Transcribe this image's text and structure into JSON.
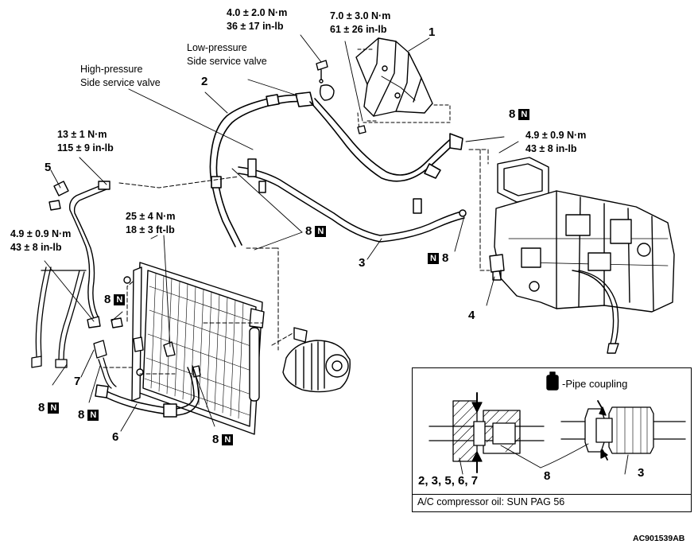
{
  "callouts": {
    "torque_top_bolt": [
      "4.0 ± 2.0 N·m",
      "36 ± 17 in-lb"
    ],
    "torque_top_right": [
      "7.0 ± 3.0 N·m",
      "61 ± 26 in-lb"
    ],
    "low_pressure_valve": [
      "Low-pressure",
      "Side service valve"
    ],
    "high_pressure_valve": [
      "High-pressure",
      "Side service valve"
    ],
    "torque_left_upper": [
      "13 ± 1 N·m",
      "115 ± 9 in-lb"
    ],
    "torque_right": [
      "4.9 ± 0.9 N·m",
      "43 ± 8 in-lb"
    ],
    "torque_left_lower": [
      "4.9 ± 0.9 N·m",
      "43 ± 8 in-lb"
    ],
    "torque_center": [
      "25 ± 4 N·m",
      "18 ± 3 ft-lb"
    ]
  },
  "part_numbers": {
    "p1": "1",
    "p2": "2",
    "p3": "3",
    "p4": "4",
    "p5": "5",
    "p6": "6",
    "p7": "7",
    "p8_top_right": "8",
    "p8_center": "8",
    "p8_right": "8",
    "p8_left_mid": "8",
    "p8_bottom_a": "8",
    "p8_bottom_b": "8",
    "p8_bottom_c": "8",
    "n_mark": "N"
  },
  "inset": {
    "legend": "-Pipe coupling",
    "label_parts": "2, 3, 5, 6, 7",
    "label_8": "8",
    "label_3": "3",
    "footer": "A/C compressor oil: SUN PAG 56"
  },
  "figure_code": "AC901539AB"
}
